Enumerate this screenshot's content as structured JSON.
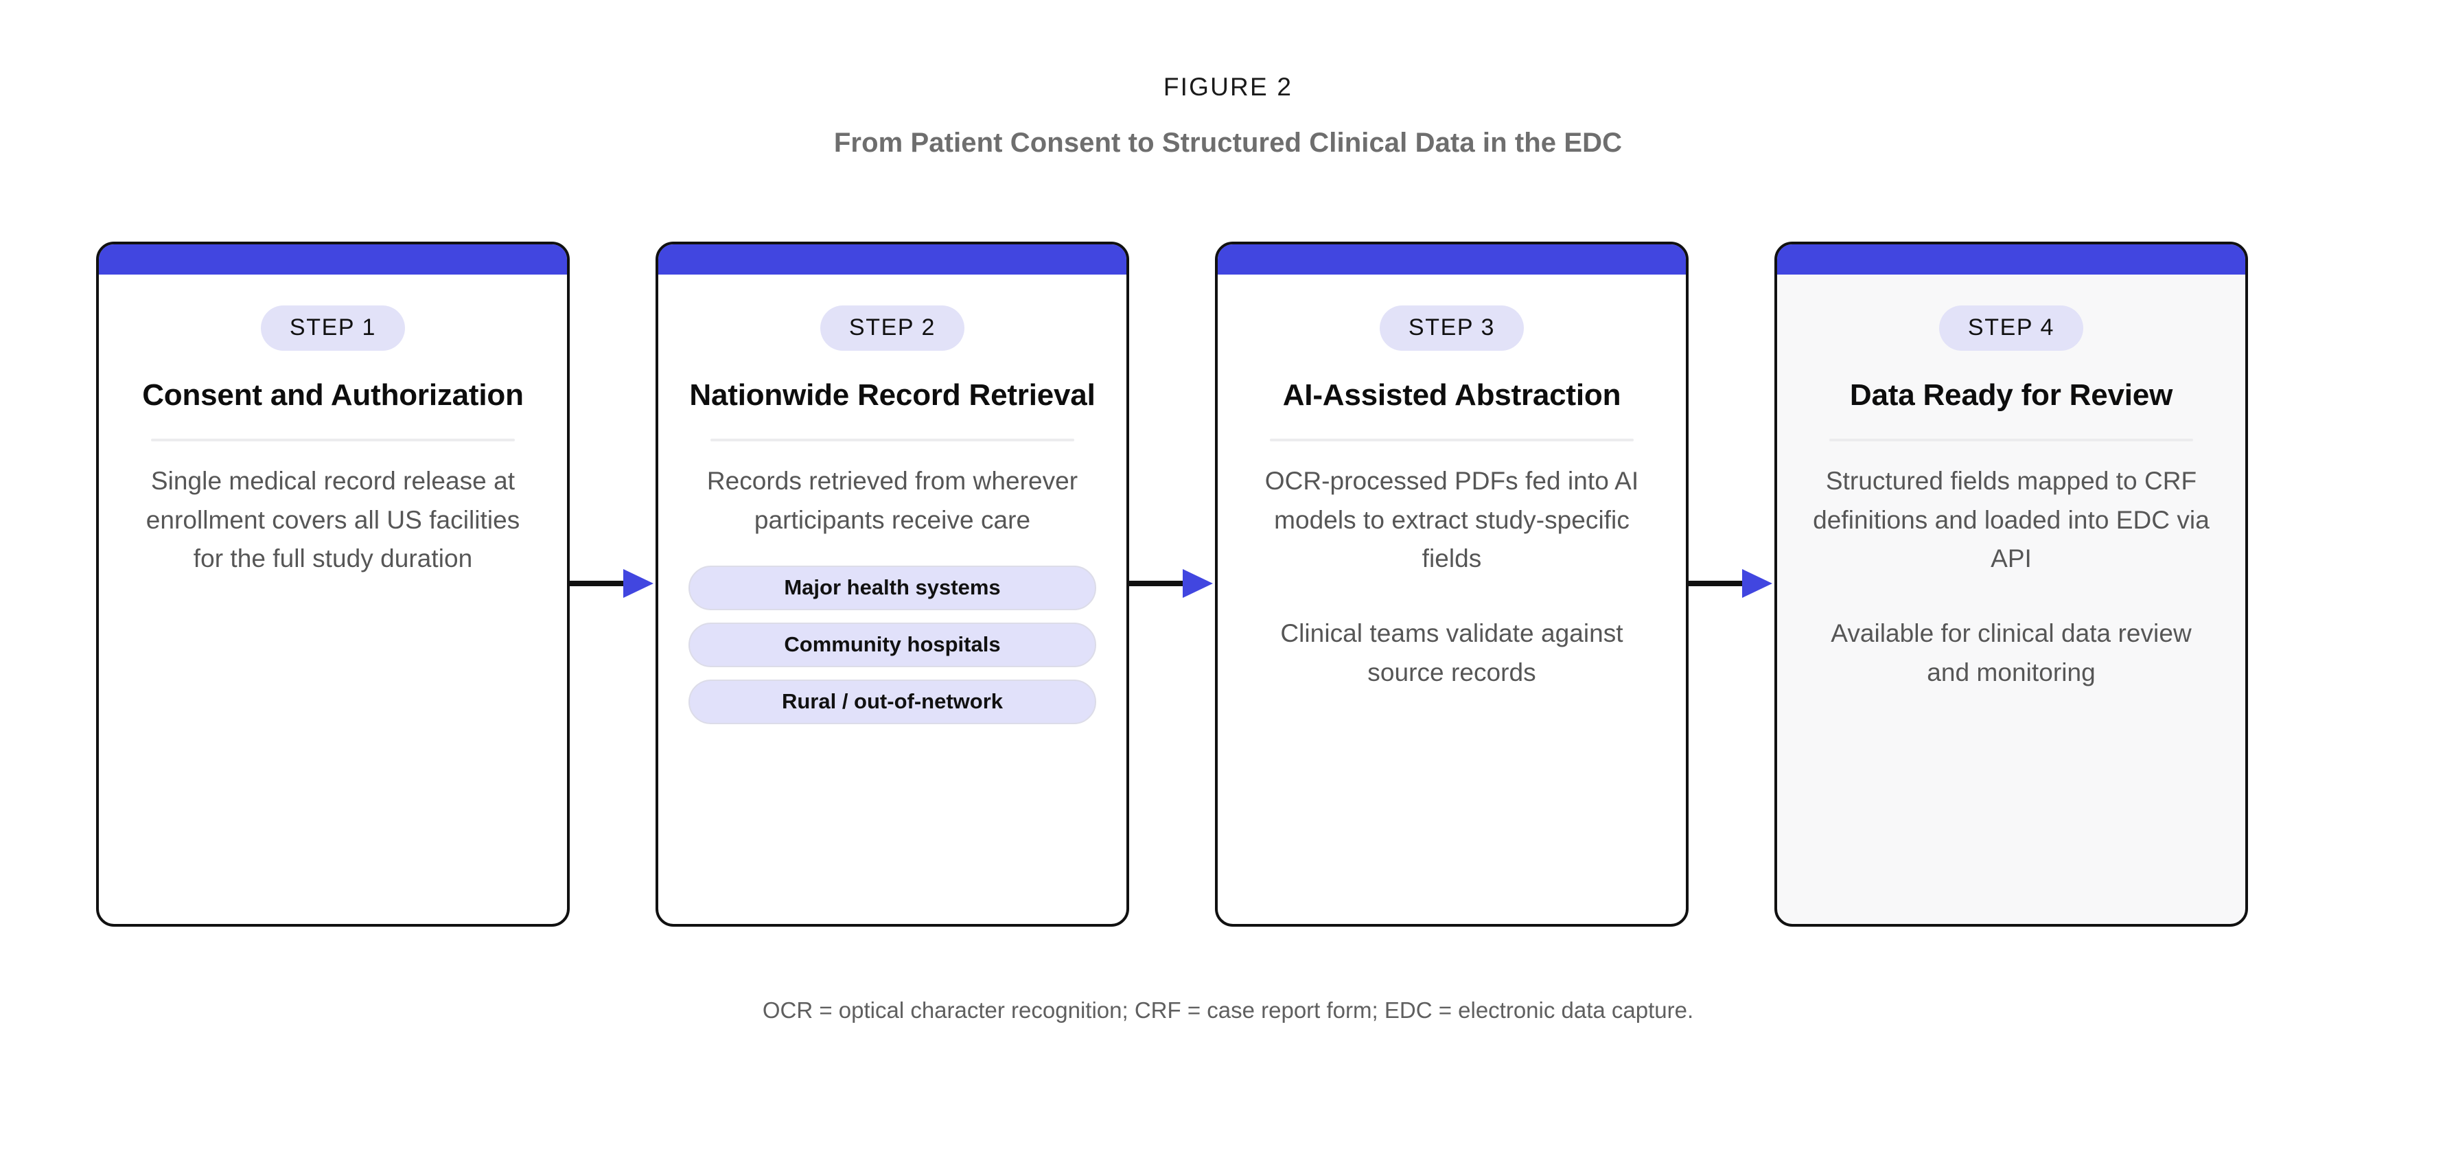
{
  "header": {
    "figure_label": "FIGURE 2",
    "title": "From Patient Consent to Structured Clinical Data in the EDC"
  },
  "colors": {
    "card_topbar": "#4146e0",
    "badge_bg": "#e2e2f8",
    "tag_bg": "#e1e1fa",
    "arrow_head": "#4146e0",
    "arrow_line": "#111111",
    "card_border": "#111111",
    "body_text": "#565656",
    "title_text": "#6e6e6e"
  },
  "steps": [
    {
      "badge": "STEP 1",
      "title": "Consent and Authorization",
      "paragraphs": [
        "Single medical record release at enrollment covers all US facilities for the full study duration"
      ],
      "tags": []
    },
    {
      "badge": "STEP 2",
      "title": "Nationwide Record Retrieval",
      "paragraphs": [
        "Records retrieved from wherever participants receive care"
      ],
      "tags": [
        "Major health systems",
        "Community hospitals",
        "Rural / out-of-network"
      ]
    },
    {
      "badge": "STEP 3",
      "title": "AI-Assisted Abstraction",
      "paragraphs": [
        "OCR-processed PDFs fed into AI models to extract study-specific fields",
        "Clinical teams validate against source records"
      ],
      "tags": []
    },
    {
      "badge": "STEP 4",
      "title": "Data Ready for Review",
      "paragraphs": [
        "Structured fields mapped to CRF definitions and loaded into EDC via API",
        "Available for clinical data review and monitoring"
      ],
      "tags": []
    }
  ],
  "footnote": "OCR = optical character recognition; CRF = case report form; EDC = electronic data capture."
}
